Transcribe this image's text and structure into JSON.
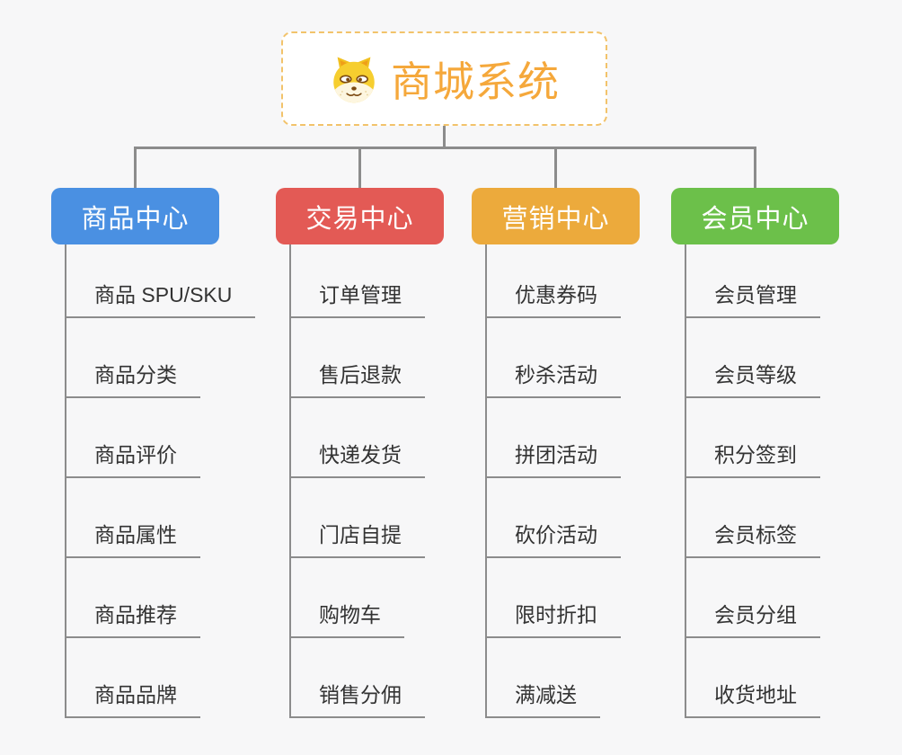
{
  "canvas": {
    "background": "#f7f7f8",
    "connector_color": "#8c8c8c",
    "item_text_color": "#333333"
  },
  "root": {
    "title": "商城系统",
    "icon": "doge-icon",
    "text_color": "#f5a83b",
    "border_color": "#f2c36b",
    "background": "#ffffff"
  },
  "branches": [
    {
      "label": "商品中心",
      "color": "#4a90e2",
      "children": [
        "商品 SPU/SKU",
        "商品分类",
        "商品评价",
        "商品属性",
        "商品推荐",
        "商品品牌"
      ]
    },
    {
      "label": "交易中心",
      "color": "#e35a55",
      "children": [
        "订单管理",
        "售后退款",
        "快递发货",
        "门店自提",
        "购物车",
        "销售分佣"
      ]
    },
    {
      "label": "营销中心",
      "color": "#ecaa3c",
      "children": [
        "优惠券码",
        "秒杀活动",
        "拼团活动",
        "砍价活动",
        "限时折扣",
        "满减送"
      ]
    },
    {
      "label": "会员中心",
      "color": "#6cc04a",
      "children": [
        "会员管理",
        "会员等级",
        "积分签到",
        "会员标签",
        "会员分组",
        "收货地址"
      ]
    }
  ]
}
